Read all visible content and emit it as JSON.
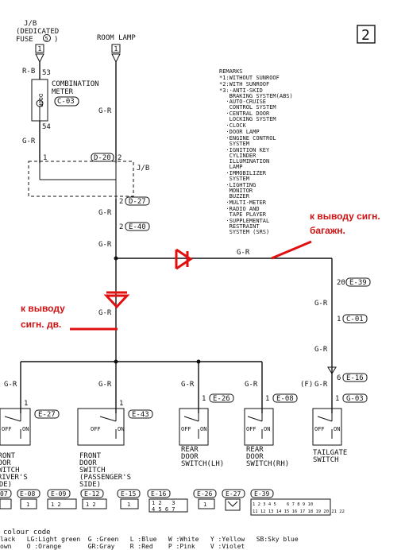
{
  "page_number": "2",
  "top": {
    "jb": "J/B",
    "dedicated": "(DEDICATED",
    "fuse": "FUSE",
    "fuse_no": "5",
    "fuse_close": ")",
    "room_lamp": "ROOM LAMP",
    "term_left": "1",
    "term_right": "1"
  },
  "combination_meter": {
    "wire_top": "R-B",
    "pin_top": "53",
    "label1": "COMBINATION",
    "label2": "METER",
    "conn": "C-03",
    "door": "DOOR",
    "pin_bottom": "54",
    "wire_bottom": "G-R"
  },
  "jb_block": {
    "pin_left": "1",
    "conn_top": "D-20",
    "pin_right": "2",
    "label": "J/B",
    "pin_bottom": "2",
    "conn_bottom": "D-27"
  },
  "wires": {
    "gr": "G-R",
    "pin_e40": "2",
    "conn_e40": "E-40"
  },
  "remarks": {
    "title": "REMARKS",
    "lines": [
      "*1:WITHOUT SUNROOF",
      "*2:WITH SUNROOF",
      "*3:·ANTI-SKID",
      "   BRAKING SYSTEM(ABS)",
      "  ·AUTO-CRUISE",
      "   CONTROL SYSTEM",
      "  ·CENTRAL DOOR",
      "   LOCKING SYSTEM",
      "  ·CLOCK",
      "  ·DOOR LAMP",
      "  ·ENGINE CONTROL",
      "   SYSTEM",
      "  ·IGNITION KEY",
      "   CYLINDER",
      "   ILLUMINATION",
      "   LAMP",
      "  ·IMMOBILIZER",
      "   SYSTEM",
      "  ·LIGHTING",
      "   MONITOR",
      "   BUZZER",
      "  ·MULTI-METER",
      "  ·RADIO AND",
      "   TAPE PLAYER",
      "  ·SUPPLEMENTAL",
      "   RESTRAINT",
      "   SYSTEM (SRS)"
    ]
  },
  "annotations": {
    "trunk_line1": "к выводу сигн.",
    "trunk_line2": "багажн.",
    "door_line1": "к выводу",
    "door_line2": "сигн. дв."
  },
  "tailgate_branch": {
    "pin_e39": "20",
    "conn_e39": "E-39",
    "pin_c01": "1",
    "conn_c01": "C-01",
    "pin_e16": "6",
    "conn_e16": "E-16",
    "f_label": "(F)",
    "wire": "G-R"
  },
  "switches": {
    "fr_driver": {
      "pin": "1",
      "conn": "E-27",
      "label": [
        "FRONT",
        "DOOR",
        "SWITCH",
        "(DRIVER'S",
        "SIDE)"
      ],
      "off": "OFF",
      "on": "ON"
    },
    "fr_pass": {
      "pin": "1",
      "conn": "E-43",
      "label": [
        "FRONT",
        "DOOR",
        "SWITCH",
        "(PASSENGER'S",
        "SIDE)"
      ],
      "off": "OFF",
      "on": "ON"
    },
    "rear_lh": {
      "pin": "1",
      "conn": "E-26",
      "label": [
        "REAR",
        "DOOR",
        "SWITCH(LH)"
      ],
      "off": "OFF",
      "on": "ON"
    },
    "rear_rh": {
      "pin": "1",
      "conn": "E-08",
      "label": [
        "REAR",
        "DOOR",
        "SWITCH(RH)"
      ],
      "off": "OFF",
      "on": "ON"
    },
    "tailgate": {
      "pin": "1",
      "conn": "G-03",
      "label": [
        "TAILGATE",
        "SWITCH"
      ],
      "off": "OFF",
      "on": "ON"
    }
  },
  "connectors": [
    "E-08",
    "E-09",
    "E-12",
    "E-15",
    "E-16",
    "E-26",
    "E-27",
    "E-39"
  ],
  "connector_first": "07",
  "connector_pins": {
    "e08": "1",
    "e09": "1 2",
    "e12": "1 2",
    "e15": "1",
    "e16_top": "1 2   3",
    "e16_bot": "4 5 6 7",
    "e26": "1",
    "e39_top": "1 2 3 4 5    6 7 8 9 10",
    "e39_bot": "11 12 13 14 15 16 17 18 19 20 21 22"
  },
  "colour_code": {
    "title": "colour code",
    "row1": "lack   LG:Light green  G :Green   L :Blue   W :White   Y :Yellow   SB:Sky blue",
    "row2": "own    O :Orange       GR:Gray    R :Red    P :Pink    V :Violet"
  }
}
